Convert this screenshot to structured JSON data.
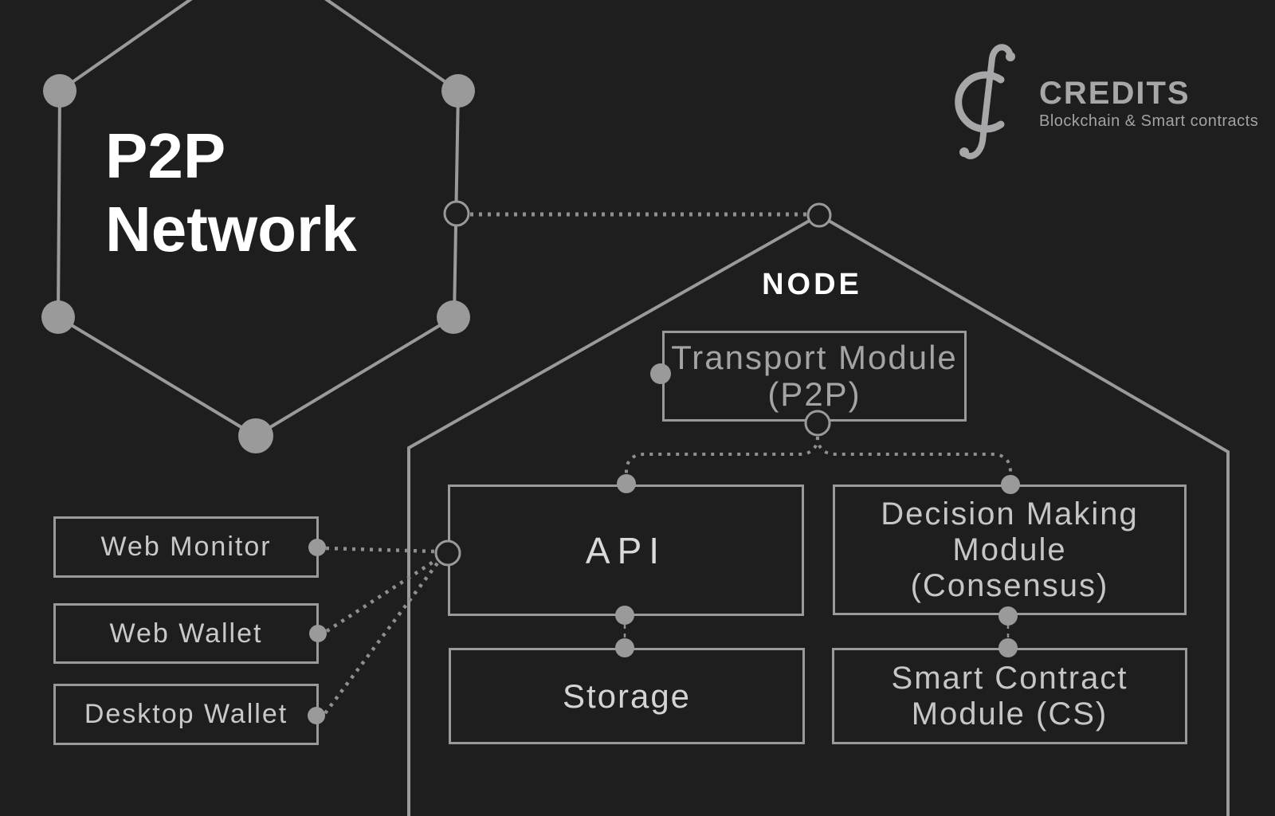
{
  "colors": {
    "background": "#1f1e1e",
    "line_gray": "#9a9a9a",
    "dotted_gray": "#8f8f8f",
    "white": "#ffffff",
    "logo_gray": "#a7a7a9"
  },
  "hexagon_title": {
    "line1": "P2P",
    "line2": "Network"
  },
  "logo": {
    "name": "CREDITS",
    "subtitle": "Blockchain & Smart contracts"
  },
  "node": {
    "label": "NODE",
    "transport": {
      "line1": "Transport Module",
      "line2": "(P2P)"
    },
    "api": {
      "line1": "API"
    },
    "decision": {
      "line1": "Decision Making",
      "line2": "Module",
      "line3": "(Consensus)"
    },
    "storage": {
      "line1": "Storage"
    },
    "smart_contract": {
      "line1": "Smart Contract",
      "line2": "Module (CS)"
    }
  },
  "clients": {
    "web_monitor": {
      "label": "Web Monitor"
    },
    "web_wallet": {
      "label": "Web Wallet"
    },
    "desktop_wallet": {
      "label": "Desktop Wallet"
    }
  }
}
